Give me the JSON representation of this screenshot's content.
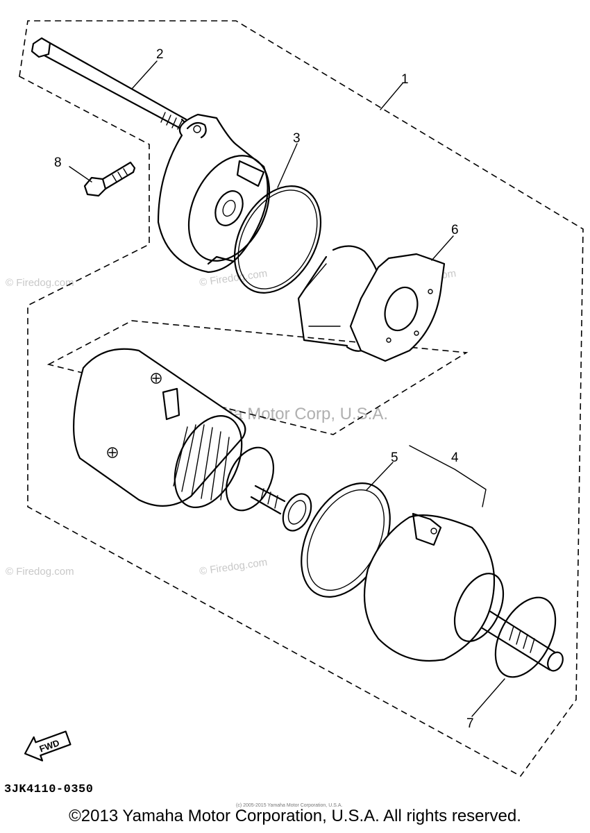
{
  "diagram": {
    "callouts": [
      "1",
      "2",
      "3",
      "4",
      "5",
      "6",
      "7",
      "8"
    ],
    "fwd_label": "FWD",
    "part_code": "3JK4110-0350"
  },
  "watermarks": {
    "firedog": "© Firedog.com",
    "center": "Yamaha Motor Corp, U.S.A.",
    "tiny": "(c) 2005-2015 Yamaha Motor Corporation, U.S.A."
  },
  "footer": {
    "copyright": "©2013 Yamaha Motor Corporation, U.S.A. All rights reserved."
  }
}
